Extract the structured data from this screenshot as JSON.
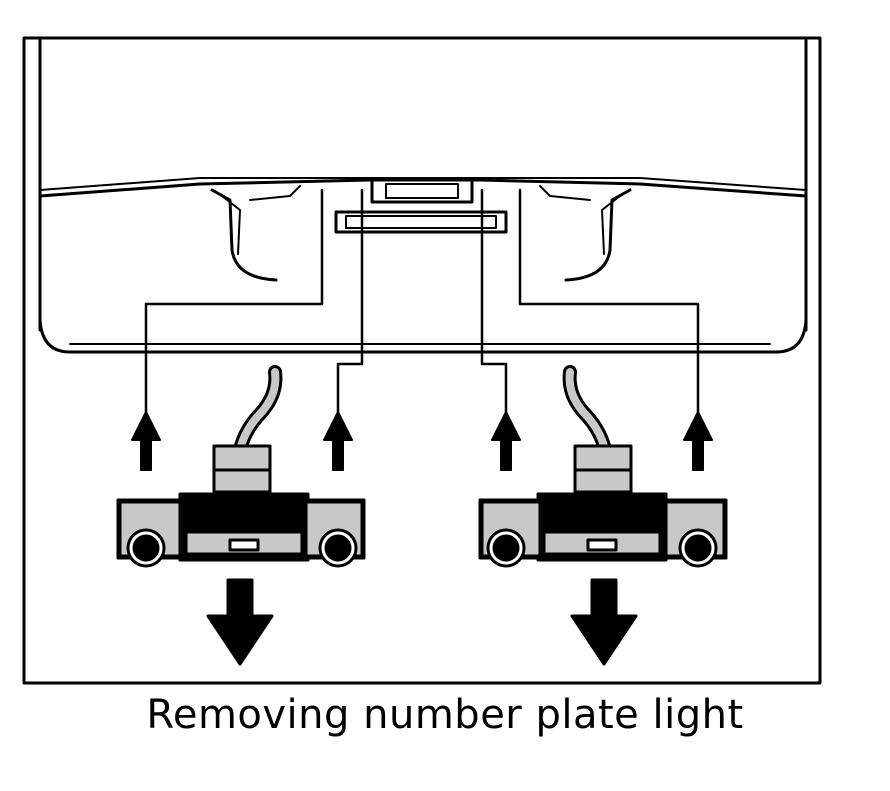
{
  "caption": "Removing number plate light",
  "colors": {
    "line": "#000000",
    "fill": "#c8c8c8",
    "background": "#ffffff"
  },
  "icons": [
    "number-plate-light-unit",
    "mounting-screw",
    "down-arrow",
    "release-arrow",
    "wire-connector"
  ]
}
